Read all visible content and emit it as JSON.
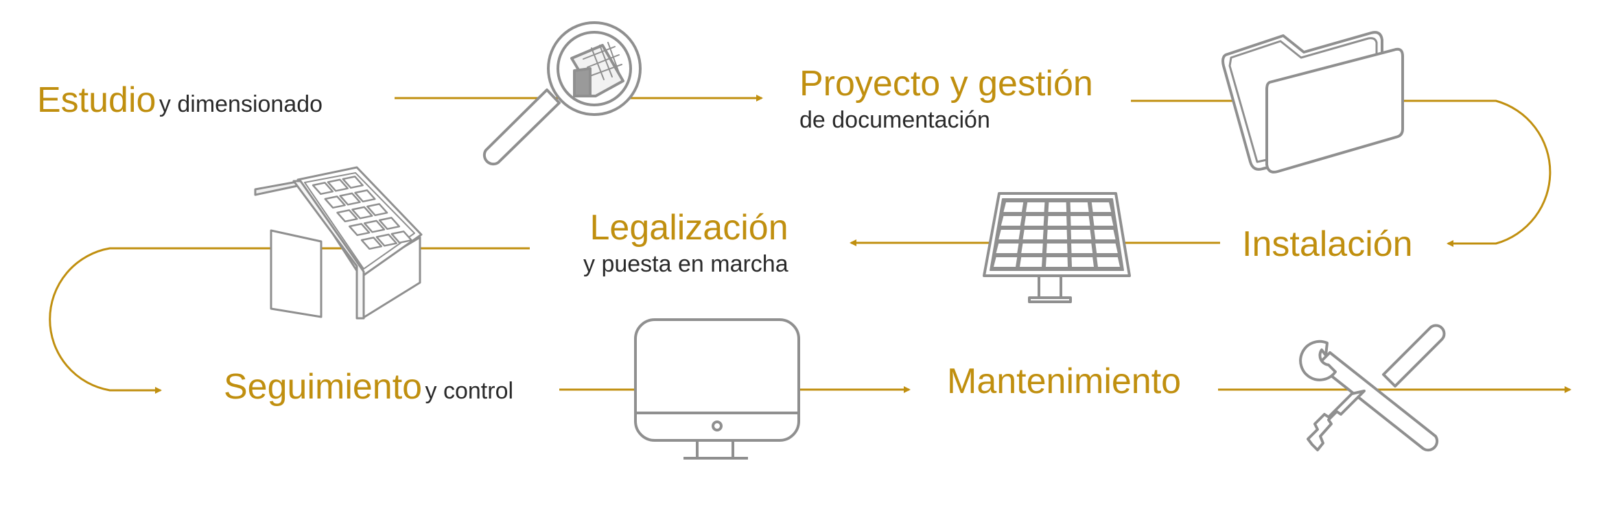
{
  "colors": {
    "accent": "#c08f0f",
    "icon_stroke": "#8f8f8f",
    "icon_fill": "#ffffff",
    "text_dark": "#2a2a2a"
  },
  "steps": [
    {
      "title": "Estudio",
      "subtitle": "y dimensionado",
      "icon": "magnifier-roof-icon"
    },
    {
      "title": "Proyecto y gestión",
      "subtitle": "de documentación",
      "icon": "folder-icon"
    },
    {
      "title": "Instalación",
      "subtitle": "",
      "icon": "solar-panel-icon"
    },
    {
      "title": "Legalización",
      "subtitle": "y puesta en marcha",
      "icon": "house-solar-roof-icon"
    },
    {
      "title": "Seguimiento",
      "subtitle": "y control",
      "icon": "monitor-icon"
    },
    {
      "title": "Mantenimiento",
      "subtitle": "",
      "icon": "tools-icon"
    }
  ]
}
